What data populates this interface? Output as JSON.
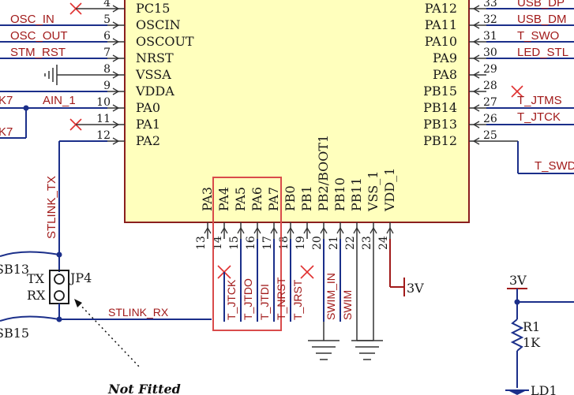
{
  "chip": {
    "left_pins": [
      {
        "num": "4",
        "name": "PC15"
      },
      {
        "num": "5",
        "name": "OSCIN"
      },
      {
        "num": "6",
        "name": "OSCOUT"
      },
      {
        "num": "7",
        "name": "NRST"
      },
      {
        "num": "8",
        "name": "VSSA"
      },
      {
        "num": "9",
        "name": "VDDA"
      },
      {
        "num": "10",
        "name": "PA0"
      },
      {
        "num": "11",
        "name": "PA1"
      },
      {
        "num": "12",
        "name": "PA2"
      }
    ],
    "right_pins": [
      {
        "num": "33",
        "name": "PA12"
      },
      {
        "num": "32",
        "name": "PA11"
      },
      {
        "num": "31",
        "name": "PA10"
      },
      {
        "num": "30",
        "name": "PA9"
      },
      {
        "num": "29",
        "name": "PA8"
      },
      {
        "num": "28",
        "name": "PB15"
      },
      {
        "num": "27",
        "name": "PB14"
      },
      {
        "num": "26",
        "name": "PB13"
      },
      {
        "num": "25",
        "name": "PB12"
      }
    ],
    "bottom_pins": [
      {
        "num": "13",
        "name": "PA3"
      },
      {
        "num": "14",
        "name": "PA4"
      },
      {
        "num": "15",
        "name": "PA5"
      },
      {
        "num": "16",
        "name": "PA6"
      },
      {
        "num": "17",
        "name": "PA7"
      },
      {
        "num": "18",
        "name": "PB0"
      },
      {
        "num": "19",
        "name": "PB1"
      },
      {
        "num": "20",
        "name": "PB2/BOOT1"
      },
      {
        "num": "21",
        "name": "PB10"
      },
      {
        "num": "22",
        "name": "PB11"
      },
      {
        "num": "23",
        "name": "VSS_1"
      },
      {
        "num": "24",
        "name": "VDD_1"
      }
    ]
  },
  "left_nets": [
    "OSC_IN",
    "OSC_OUT",
    "STM_RST",
    "AIN_1"
  ],
  "left_cut": [
    "K7",
    "K7"
  ],
  "right_nets": [
    "USB_DP",
    "USB_DM",
    "T_SWO",
    "LED_STL",
    "T_JTMS",
    "T_JTCK",
    "T_SWD"
  ],
  "bottom_nets": [
    "T_JTCK",
    "T_JTDO",
    "T_JTDI",
    "T_NRST",
    "T_JRST",
    "SWIM_IN",
    "SWIM"
  ],
  "stlink_tx": "STLINK_TX",
  "stlink_rx": "STLINK_RX",
  "jumper": {
    "ref": "JP4",
    "tx": "TX",
    "rx": "RX"
  },
  "solder_bridges": [
    "SB13",
    "SB15"
  ],
  "power": {
    "vdd": "3V",
    "vdd2": "3V"
  },
  "resistor": {
    "ref": "R1",
    "value": "1K"
  },
  "led": "LD1",
  "note": "Not Fitted"
}
